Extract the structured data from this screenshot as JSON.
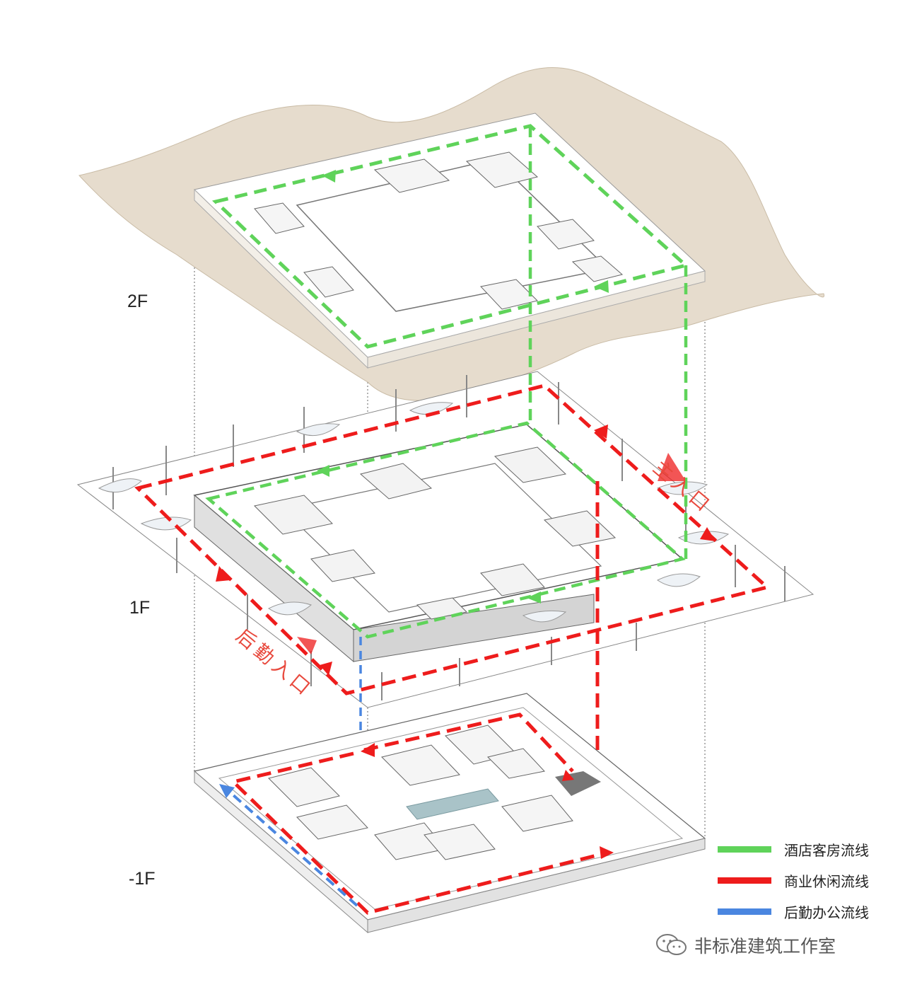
{
  "floors": {
    "f2": "2F",
    "f1": "1F",
    "b1": "-1F"
  },
  "entrances": {
    "main": "主入口",
    "service": "后勤入口"
  },
  "legend": [
    {
      "label": "酒店客房流线",
      "color": "#5fd35a"
    },
    {
      "label": "商业休闲流线",
      "color": "#ee1c1c"
    },
    {
      "label": "后勤办公流线",
      "color": "#4a86e0"
    }
  ],
  "watermark": "非标准建筑工作室",
  "colors": {
    "green": "#5fd35a",
    "red": "#ee1c1c",
    "blue": "#4a86e0",
    "roof_terrain": "#e6dccd"
  }
}
